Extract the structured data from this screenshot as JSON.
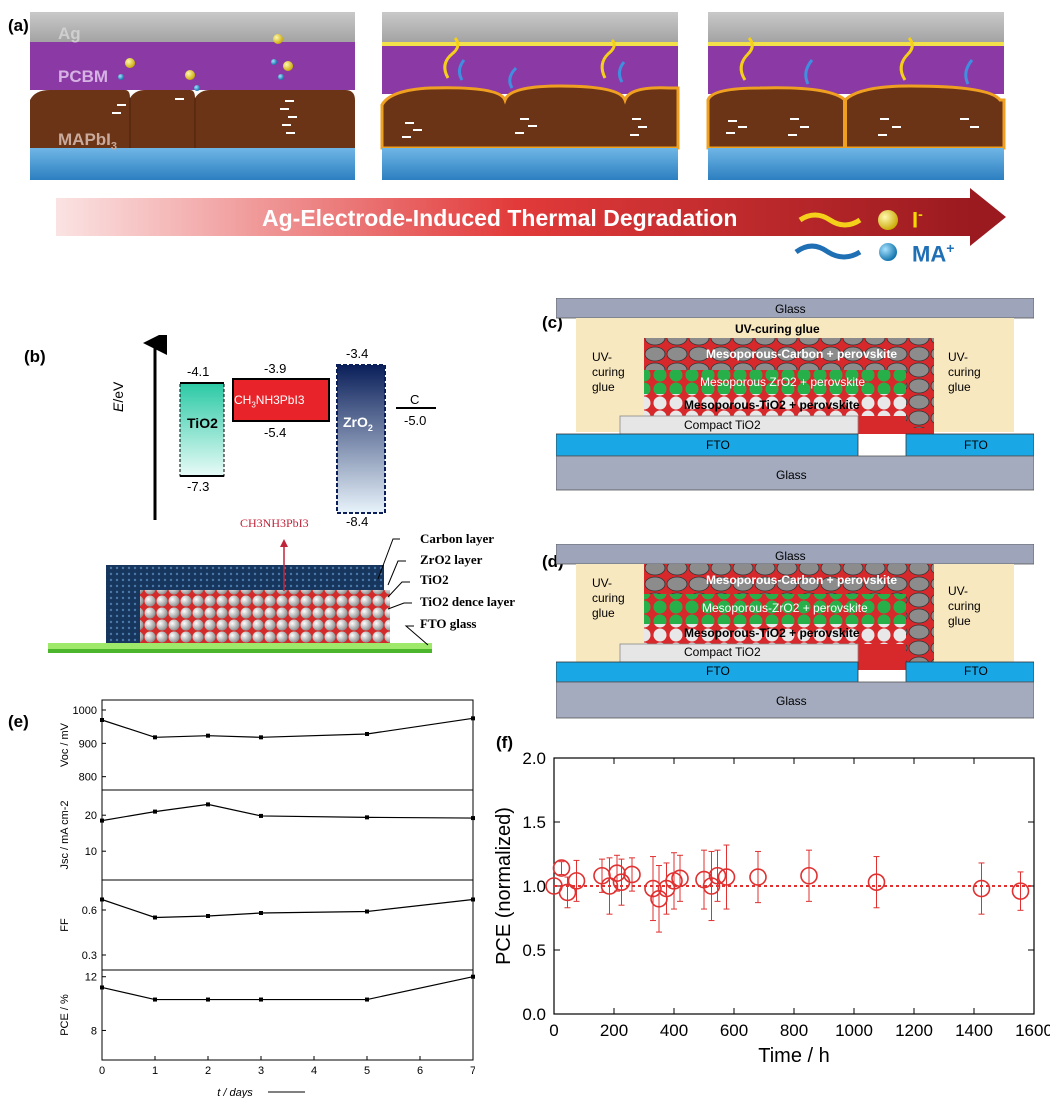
{
  "panel_labels": {
    "a": "(a)",
    "b": "(b)",
    "c": "(c)",
    "d": "(d)",
    "e": "(e)",
    "f": "(f)"
  },
  "panel_a": {
    "layers": {
      "top": "Ag",
      "middle": "PCBM",
      "bottom": "MAPbI",
      "bottom_sub": "3"
    },
    "arrow_title": "Ag-Electrode-Induced Thermal Degradation",
    "legend": [
      {
        "symbol": "yellow-ball",
        "label": "I",
        "sup": "-"
      },
      {
        "symbol": "blue-ball",
        "label": "MA",
        "sup": "+"
      }
    ],
    "colors": {
      "ag": "#b7b7b7",
      "pcbm": "#8a3aa3",
      "perovskite": "#6a3216",
      "substrate": "#3f93d1",
      "arrow": "#c0232b"
    }
  },
  "panel_b": {
    "axis_label": "E",
    "axis_unit": "/eV",
    "bands": [
      {
        "name": "TiO",
        "sub": "2",
        "suffix": "",
        "top": "-4.1",
        "bottom": "-7.3"
      },
      {
        "name": "CH",
        "sub": "3",
        "suffix": "NH3PbI3",
        "top": "-3.9",
        "bottom": "-5.4"
      },
      {
        "name": "ZrO",
        "sub": "2",
        "suffix": "",
        "top": "-3.4",
        "bottom": "-8.4"
      },
      {
        "name": "C",
        "sub": "",
        "suffix": "",
        "top": "-5.0",
        "bottom": ""
      }
    ],
    "crystal_label": "CH3NH3PbI3",
    "stack_labels": [
      "Carbon layer",
      "ZrO2 layer",
      "TiO2",
      "TiO2 dence layer",
      "FTO glass"
    ]
  },
  "panel_c": {
    "glass_top": "Glass",
    "glue_top": "UV-curing glue",
    "glue_left": [
      "UV-",
      "curing",
      "glue"
    ],
    "glue_right": [
      "UV-",
      "curing",
      "glue"
    ],
    "layer_carbon": "Mesoporous-Carbon + perovskite",
    "layer_zro2": "Mesoporous ZrO2 + perovskite",
    "layer_tio2": "Mesoporous-TiO2 + perovskite",
    "compact": "Compact TiO2",
    "fto_left": "FTO",
    "fto_right": "FTO",
    "glass_bottom": "Glass"
  },
  "panel_d": {
    "glass_top": "Glass",
    "glue_left": [
      "UV-",
      "curing",
      "glue"
    ],
    "glue_right": [
      "UV-",
      "curing",
      "glue"
    ],
    "layer_carbon": "Mesoporous-Carbon + perovskite",
    "layer_zro2": "Mesoporous-ZrO2 + perovskite",
    "layer_tio2": "Mesoporous-TiO2 + perovskite",
    "compact": "Compact TiO2",
    "fto_left": "FTO",
    "fto_right": "FTO",
    "glass_bottom": "Glass"
  },
  "chart_data": [
    {
      "type": "line",
      "panel": "e",
      "xlabel": "t / days",
      "x": [
        0,
        1,
        2,
        3,
        5,
        7
      ],
      "xticks": [
        0,
        1,
        2,
        3,
        4,
        5,
        6,
        7
      ],
      "subplots": [
        {
          "ylabel": "Voc / mV",
          "yticks": [
            800,
            900,
            1000
          ],
          "ylim": [
            760,
            1030
          ],
          "values": [
            970,
            918,
            923,
            918,
            928,
            975
          ]
        },
        {
          "ylabel": "Jsc / mA cm-2",
          "yticks": [
            10,
            20
          ],
          "ylim": [
            2,
            27
          ],
          "values": [
            18.5,
            21,
            23,
            19.8,
            19.4,
            19.2
          ]
        },
        {
          "ylabel": "FF",
          "yticks": [
            0.3,
            0.6
          ],
          "ylim": [
            0.2,
            0.8
          ],
          "values": [
            0.67,
            0.55,
            0.56,
            0.58,
            0.59,
            0.67
          ]
        },
        {
          "ylabel": "PCE / %",
          "yticks": [
            8,
            12
          ],
          "ylim": [
            5.8,
            12.5
          ],
          "values": [
            11.2,
            10.3,
            10.3,
            10.3,
            10.3,
            12.0
          ]
        }
      ]
    },
    {
      "type": "scatter",
      "panel": "f",
      "xlabel": "Time / h",
      "ylabel": "PCE (normalized)",
      "xlim": [
        0,
        1600
      ],
      "ylim": [
        0,
        2.0
      ],
      "xticks": [
        0,
        200,
        400,
        600,
        800,
        1000,
        1200,
        1400,
        1600
      ],
      "yticks": [
        0.0,
        0.5,
        1.0,
        1.5,
        2.0
      ],
      "reference_line": 1.0,
      "color": "#e03030",
      "points": [
        {
          "x": 0,
          "y": 1.0,
          "err": 0.0
        },
        {
          "x": 25,
          "y": 1.14,
          "err": 0.05
        },
        {
          "x": 45,
          "y": 0.95,
          "err": 0.12
        },
        {
          "x": 75,
          "y": 1.04,
          "err": 0.16
        },
        {
          "x": 160,
          "y": 1.08,
          "err": 0.13
        },
        {
          "x": 185,
          "y": 1.0,
          "err": 0.22
        },
        {
          "x": 210,
          "y": 1.1,
          "err": 0.14
        },
        {
          "x": 225,
          "y": 1.03,
          "err": 0.18
        },
        {
          "x": 260,
          "y": 1.09,
          "err": 0.13
        },
        {
          "x": 330,
          "y": 0.98,
          "err": 0.25
        },
        {
          "x": 350,
          "y": 0.9,
          "err": 0.26
        },
        {
          "x": 375,
          "y": 0.98,
          "err": 0.2
        },
        {
          "x": 400,
          "y": 1.04,
          "err": 0.22
        },
        {
          "x": 420,
          "y": 1.06,
          "err": 0.18
        },
        {
          "x": 500,
          "y": 1.05,
          "err": 0.23
        },
        {
          "x": 525,
          "y": 1.0,
          "err": 0.27
        },
        {
          "x": 545,
          "y": 1.08,
          "err": 0.2
        },
        {
          "x": 575,
          "y": 1.07,
          "err": 0.25
        },
        {
          "x": 680,
          "y": 1.07,
          "err": 0.2
        },
        {
          "x": 850,
          "y": 1.08,
          "err": 0.2
        },
        {
          "x": 1075,
          "y": 1.03,
          "err": 0.2
        },
        {
          "x": 1425,
          "y": 0.98,
          "err": 0.2
        },
        {
          "x": 1555,
          "y": 0.96,
          "err": 0.15
        }
      ]
    }
  ]
}
